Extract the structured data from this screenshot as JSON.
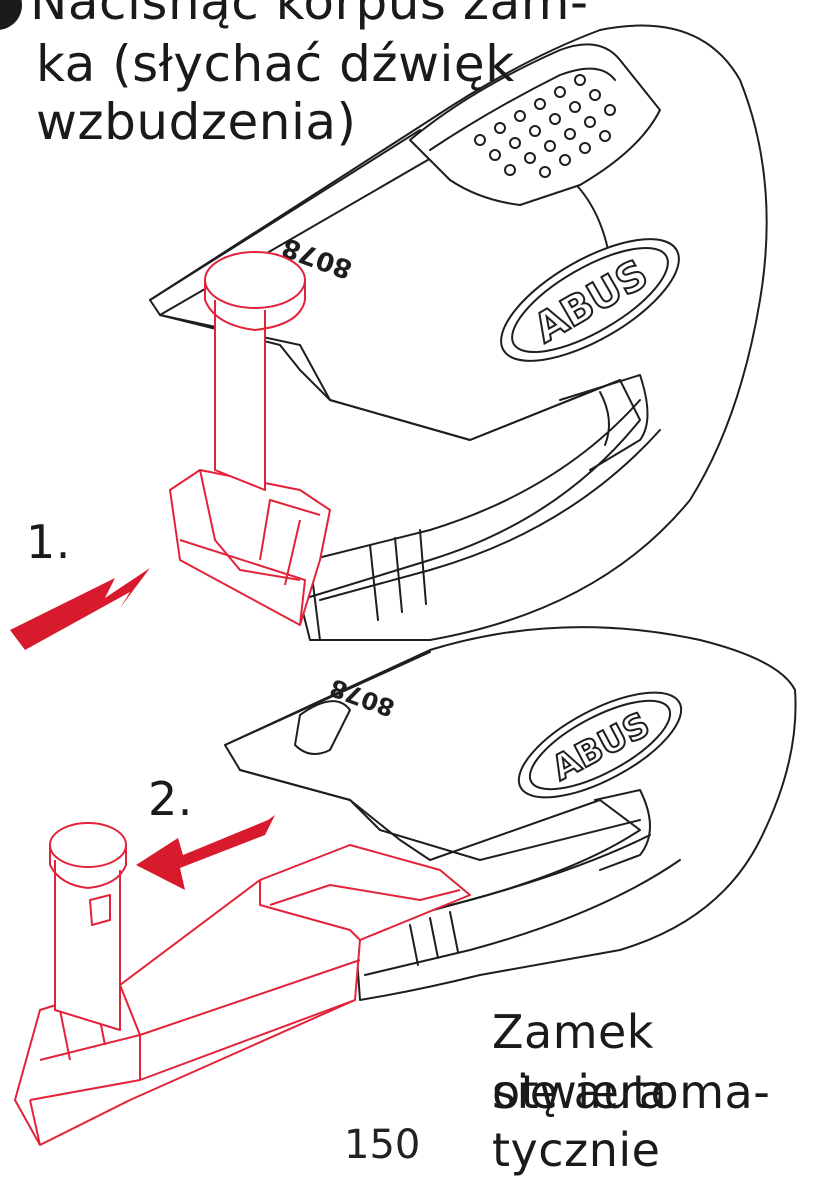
{
  "instruction": {
    "lines": [
      "Nacisnąć korpus zam-",
      "ka (słychać dźwięk",
      "wzbudzenia)"
    ]
  },
  "steps": {
    "first": "1.",
    "second": "2."
  },
  "result": {
    "lines": [
      "Zamek otwiera",
      "się automa-",
      "tycznie"
    ]
  },
  "lock": {
    "brand": "ABUS",
    "model": "8078"
  },
  "page": {
    "number": "150"
  },
  "colors": {
    "arrow": "#d81b2c",
    "part_outline": "#e2233a",
    "body_outline": "#1e1e1e"
  },
  "icons": {
    "step_badge": "filled-circle-icon",
    "push_arrow": "arrow-icon",
    "pull_arrow": "arrow-icon"
  }
}
